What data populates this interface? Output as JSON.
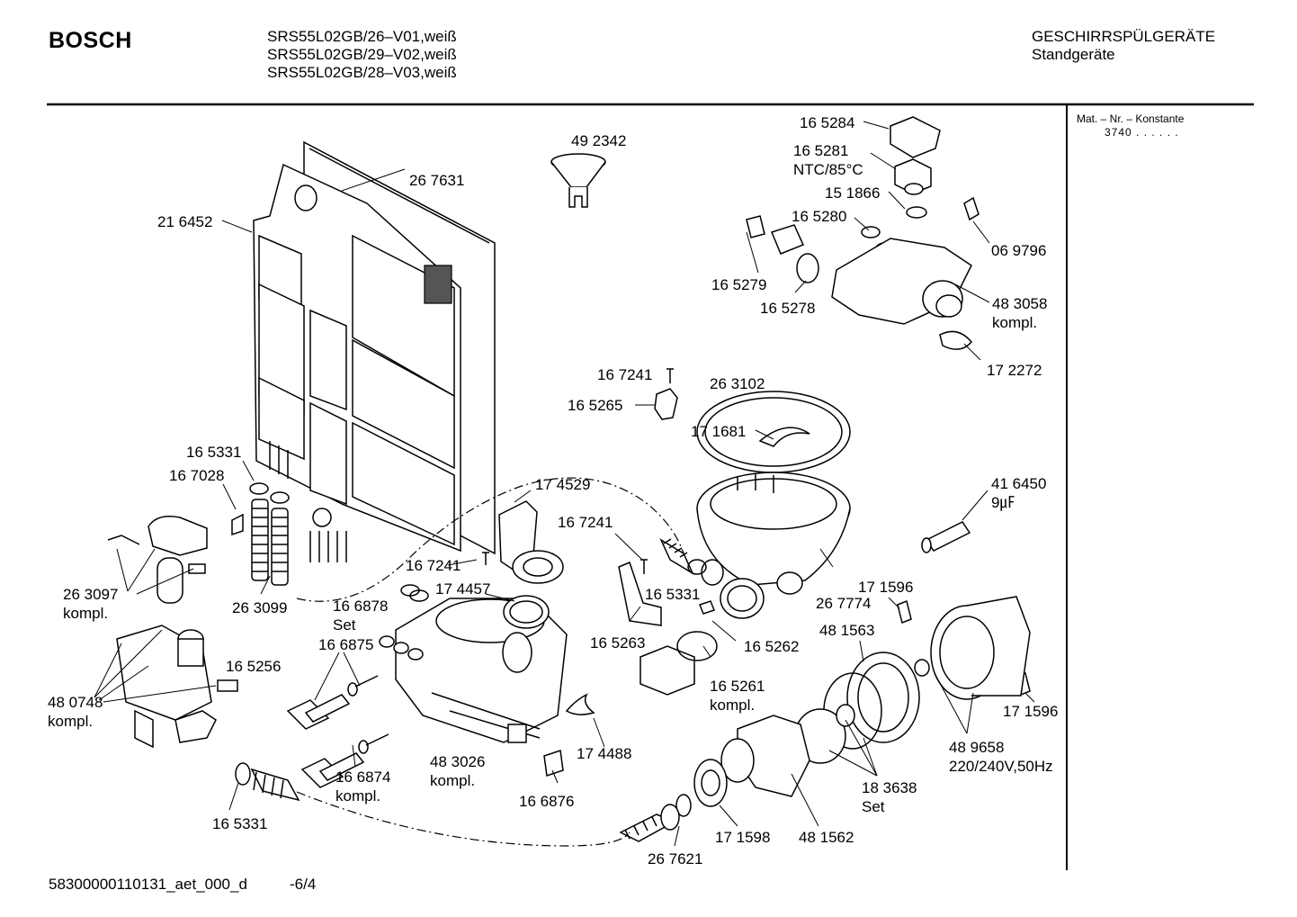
{
  "header": {
    "brand": "BOSCH",
    "models": [
      "SRS55L02GB/26–V01,weiß",
      "SRS55L02GB/29–V02,weiß",
      "SRS55L02GB/28–V03,weiß"
    ],
    "category": "GESCHIRRSPÜLGERÄTE",
    "subcategory": "Standgeräte"
  },
  "sidebar": {
    "title": "Mat. – Nr. – Konstante",
    "value": "3740 . . . . . ."
  },
  "footer": {
    "doc_id": "58300000110131_aet_000_d",
    "page": "-6/4"
  },
  "parts": {
    "p492342": "49 2342",
    "p267631": "26 7631",
    "p216452": "21 6452",
    "p165331a": "16 5331",
    "p167028": "16 7028",
    "p263097": "26 3097",
    "p263097b": "kompl.",
    "p263099": "26 3099",
    "p480748": "48 0748",
    "p480748b": "kompl.",
    "p165256": "16 5256",
    "p166878": "16 6878",
    "p166878b": "Set",
    "p166875": "16 6875",
    "p166874": "16 6874",
    "p166874b": "kompl.",
    "p165331c": "16 5331",
    "p174529": "17 4529",
    "p167241a": "16 7241",
    "p174457": "17 4457",
    "p483026": "48 3026",
    "p483026b": "kompl.",
    "p166876": "16 6876",
    "p174488": "17 4488",
    "p165284": "16 5284",
    "p165281": "16 5281",
    "p165281b": "NTC/85°C",
    "p151866": "15 1866",
    "p165280": "16 5280",
    "p165279": "16 5279",
    "p165278": "16 5278",
    "p069796": "06 9796",
    "p483058": "48 3058",
    "p483058b": "kompl.",
    "p172272": "17 2272",
    "p167241b": "16 7241",
    "p165265": "16 5265",
    "p263102": "26 3102",
    "p171681": "17 1681",
    "p167241c": "16 7241",
    "p165331b": "16 5331",
    "p165263": "16 5263",
    "p165262": "16 5262",
    "p165261": "16 5261",
    "p165261b": "kompl.",
    "p267774": "26 7774",
    "p416450": "41 6450",
    "p416450b": "9㎌",
    "p171596a": "17 1596",
    "p481563": "48 1563",
    "p171596b": "17 1596",
    "p489658": "48 9658",
    "p489658b": "220/240V,50Hz",
    "p183638": "18 3638",
    "p183638b": "Set",
    "p171598": "17 1598",
    "p481562": "48 1562",
    "p267621": "26 7621"
  }
}
